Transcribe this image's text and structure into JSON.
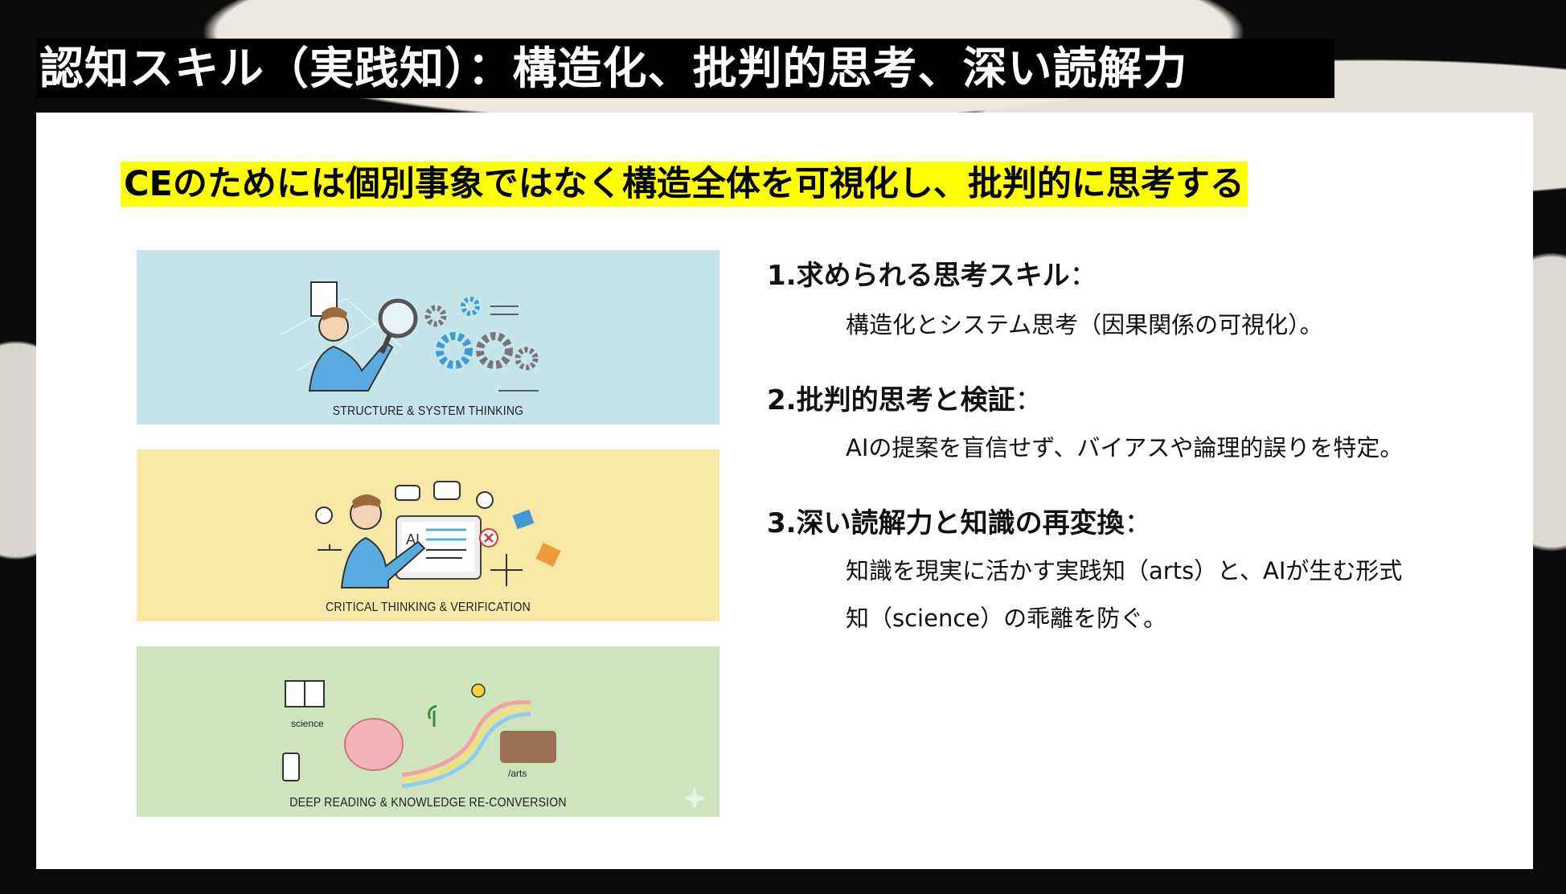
{
  "header": {
    "title": "認知スキル（実践知）：構造化、批判的思考、深い読解力"
  },
  "subtitle": "CEのためには個別事象ではなく構造全体を可視化し、批判的に思考する",
  "illustrations": [
    {
      "caption": "STRUCTURE & SYSTEM THINKING",
      "bg": "#c6e5ea"
    },
    {
      "caption": "CRITICAL THINKING & VERIFICATION",
      "bg": "#f8e8a8",
      "screen_label": "AI"
    },
    {
      "caption": "DEEP READING & KNOWLEDGE RE-CONVERSION",
      "bg": "#cfe3bf",
      "science_label": "science",
      "arts_label": "/arts"
    }
  ],
  "sections": [
    {
      "heading": "1.求められる思考スキル",
      "colon": "：",
      "body": [
        "構造化とシステム思考（因果関係の可視化）。"
      ]
    },
    {
      "heading": "2.批判的思考と検証",
      "colon": "：",
      "body": [
        "AIの提案を盲信せず、バイアスや論理的誤りを特定。"
      ]
    },
    {
      "heading": "3.深い読解力と知識の再変換",
      "colon": "：",
      "body": [
        "知識を現実に活かす実践知（arts）と、AIが生む形式",
        "知（science）の乖離を防ぐ。"
      ]
    }
  ]
}
